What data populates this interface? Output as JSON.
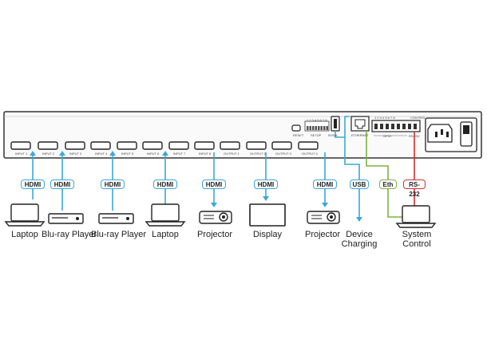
{
  "ports": {
    "hdmi": [
      "INPUT 1",
      "INPUT 2",
      "INPUT 3",
      "INPUT 4",
      "INPUT 5",
      "INPUT 6",
      "INPUT 7",
      "INPUT 8",
      "OUTPUT 1",
      "OUTPUT 2",
      "OUTPUT 3",
      "OUTPUT 4"
    ],
    "reset": "RESET",
    "setup": "SETUP",
    "dip": "1 2 3 4 5 6 7 8",
    "usb": "5V/DA",
    "ethernet": "ETHERNET",
    "terminal": "1 2 3 4 5 6 7 8",
    "gpio": "GPIO",
    "rs232": "RS-232",
    "ctrl": "CONTROL"
  },
  "tags": {
    "hdmi": "HDMI",
    "usb": "USB",
    "eth": "Eth",
    "rs232": "RS-232"
  },
  "devices": {
    "laptop1": "Laptop",
    "bluray1": "Blu-ray Player",
    "bluray2": "Blu-ray Player",
    "laptop2": "Laptop",
    "projector1": "Projector",
    "display": "Display",
    "projector2": "Projector",
    "device_charging_1": "Device",
    "device_charging_2": "Charging",
    "system_control_1": "System",
    "system_control_2": "Control"
  },
  "colors": {
    "hdmi_cable": "#3aa9d6",
    "eth_cable": "#7cb342",
    "rs232_cable": "#d32f2f",
    "usb_cable": "#3aa9d6"
  }
}
